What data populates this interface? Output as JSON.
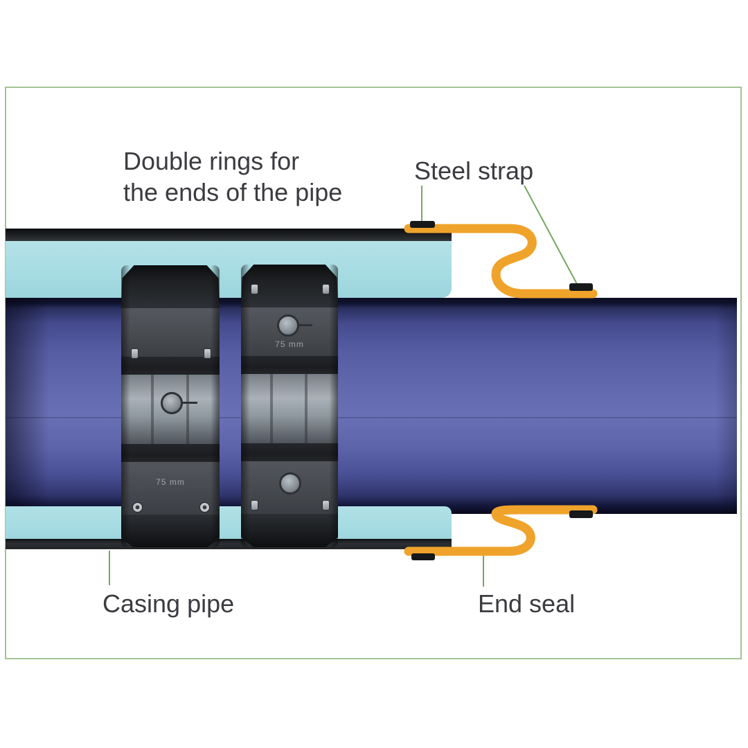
{
  "diagram": {
    "note": {
      "line1": "Double rings for",
      "line2": "the ends of the pipe"
    },
    "labels": {
      "steel_strap": "Steel strap",
      "casing_pipe": "Casing pipe",
      "end_seal": "End seal"
    },
    "rings": {
      "count": 2,
      "marking": "75 mm"
    },
    "colors": {
      "frame_border": "#a2c492",
      "leader_line": "#74a85e",
      "label_text": "#3b3b40",
      "casing_band_black": "#202327",
      "casing_interior_cyan": "#a7dce3",
      "carrier_pipe_light": "#6a70b6",
      "carrier_pipe_dark": "#0a0c26",
      "end_seal_rubber": "#efa32b",
      "steel_strap_clip": "#17181a",
      "ring_body_gray": "#3f4246",
      "ring_center_metal": "#9aa1a8"
    }
  }
}
